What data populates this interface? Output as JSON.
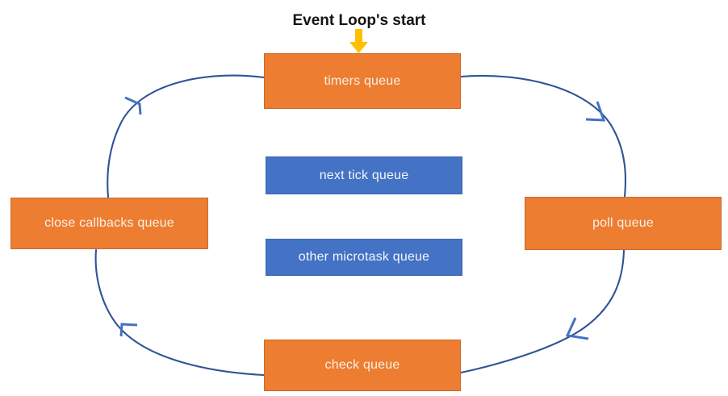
{
  "diagram": {
    "title": "Event Loop's start",
    "colors": {
      "phase_box": "#ED7D31",
      "microtask_box": "#4472C4",
      "edge_line": "#2F5496",
      "arrowhead": "#4472C4",
      "start_arrow": "#FFC000",
      "background": "#FFFFFF",
      "title_text": "#141414",
      "box_text": "#FBF0E6"
    },
    "phase_nodes": [
      {
        "id": "timers-queue",
        "label": "timers queue",
        "kind": "phase"
      },
      {
        "id": "poll-queue",
        "label": "poll queue",
        "kind": "phase"
      },
      {
        "id": "check-queue",
        "label": "check queue",
        "kind": "phase"
      },
      {
        "id": "close-callbacks-queue",
        "label": "close callbacks queue",
        "kind": "phase"
      }
    ],
    "microtask_nodes": [
      {
        "id": "next-tick-queue",
        "label": "next tick queue",
        "kind": "microtask"
      },
      {
        "id": "other-microtask-queue",
        "label": "other microtask queue",
        "kind": "microtask"
      }
    ],
    "edges": [
      {
        "from": "timers queue",
        "to": "poll queue",
        "side": "right-top"
      },
      {
        "from": "poll queue",
        "to": "check queue",
        "side": "right-bottom"
      },
      {
        "from": "check queue",
        "to": "close callbacks queue",
        "side": "left-bottom"
      },
      {
        "from": "close callbacks queue",
        "to": "timers queue",
        "side": "left-top"
      }
    ],
    "start_arrow": {
      "name": "start-arrow",
      "direction": "down",
      "target": "timers queue"
    }
  }
}
